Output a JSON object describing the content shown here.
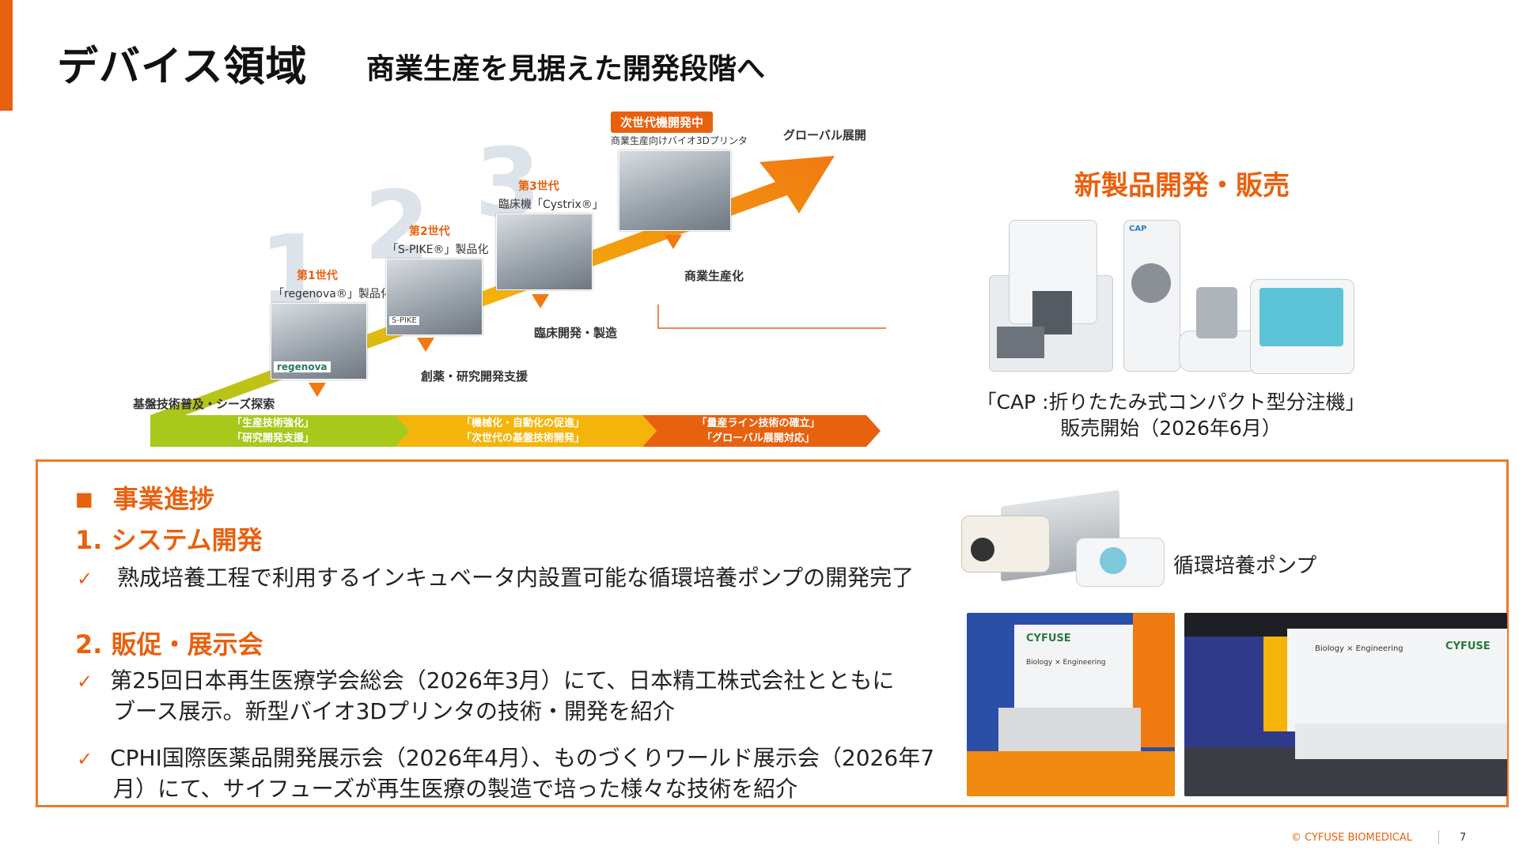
{
  "header": {
    "title": "デバイス領域",
    "subtitle": "商業生産を見据えた開発段階へ"
  },
  "diagram": {
    "next_gen_badge": "次世代機開発中",
    "next_gen_caption": "商業生産向けバイオ3Dプリンタ",
    "global": "グローバル展開",
    "commercial": "商業生産化",
    "gen3_label": "第3世代",
    "gen3_caption": "臨床機「Cystrix®」",
    "gen3_num": "3",
    "gen2_label": "第2世代",
    "gen2_caption": "「S-PIKE®」製品化",
    "gen2_num": "2",
    "gen1_label": "第1世代",
    "gen1_caption": "「regenova®」製品化",
    "gen1_num": "1",
    "regenova_logo": "regenova",
    "spike_logo": "S-PIKE",
    "clinical": "臨床開発・製造",
    "drug_discovery": "創薬・研究開発支援",
    "basic_tech": "基盤技術普及・シーズ探索",
    "band1_line1": "「生産技術強化」",
    "band1_line2": "「研究開発支援」",
    "band2_line1": "「機械化・自動化の促進」",
    "band2_line2": "「次世代の基盤技術開発」",
    "band3_line1": "「量産ライン技術の確立」",
    "band3_line2": "「グローバル展開対応」",
    "colors": {
      "green": "#a8c81c",
      "yellow": "#f5b40a",
      "orange": "#e8610f"
    }
  },
  "product": {
    "heading": "新製品開発・販売",
    "caption_line1": "「CAP :折りたたみ式コンパクト型分注機」",
    "caption_line2": "販売開始（2026年6月）",
    "cap_logo": "CAP"
  },
  "progress": {
    "heading_marker": "■",
    "heading": "事業進捗",
    "section1_title": "1. システム開発",
    "section1_bullet": "熟成培養工程で利用するインキュベータ内設置可能な循環培養ポンプの開発完了",
    "pump_caption": "循環培養ポンプ",
    "section2_title": "2. 販促・展示会",
    "section2_bullet1_line1": "第25回日本再生医療学会総会（2026年3月）にて、日本精工株式会社とともに",
    "section2_bullet1_line2": "ブース展示。新型バイオ3Dプリンタの技術・開発を紹介",
    "section2_bullet2_line1": "CPHI国際医薬品開発展示会（2026年4月）、ものづくりワールド展示会（2026年7",
    "section2_bullet2_line2": "月）にて、サイフューズが再生医療の製造で培った様々な技術を紹介",
    "check_mark": "✓",
    "booth1_logo": "CYFUSE",
    "booth1_text": "Biology × Engineering",
    "booth2_logo": "CYFUSE",
    "booth2_text": "Biology × Engineering"
  },
  "footer": {
    "copyright": "© CYFUSE BIOMEDICAL",
    "page_number": "7"
  }
}
